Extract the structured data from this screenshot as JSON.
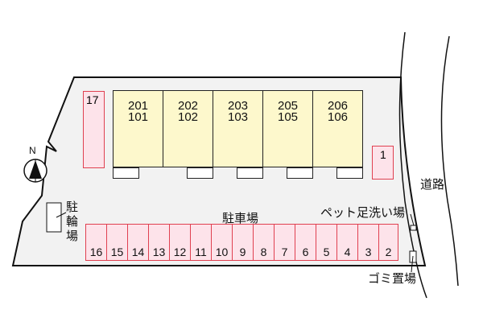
{
  "site_map": {
    "road_label": "道路",
    "parking_label": "駐車場",
    "bicycle_parking_label": "駐輪場",
    "pet_wash_label": "ペット足洗い場",
    "garbage_label": "ゴミ置場",
    "compass_label": "N",
    "units": [
      {
        "upper": "201",
        "lower": "101"
      },
      {
        "upper": "202",
        "lower": "102"
      },
      {
        "upper": "203",
        "lower": "103"
      },
      {
        "upper": "205",
        "lower": "105"
      },
      {
        "upper": "206",
        "lower": "106"
      }
    ],
    "parking_bays": [
      "16",
      "15",
      "14",
      "13",
      "12",
      "11",
      "10",
      "9",
      "8",
      "7",
      "6",
      "5",
      "4",
      "3",
      "2"
    ],
    "bay_17": "17",
    "bay_1": "1"
  },
  "colors": {
    "lot_fill": "#f2f2f2",
    "building_fill": "#fdf8cc",
    "bay_fill": "#fde3ea",
    "bay_border": "#e04050",
    "line": "#111111"
  }
}
